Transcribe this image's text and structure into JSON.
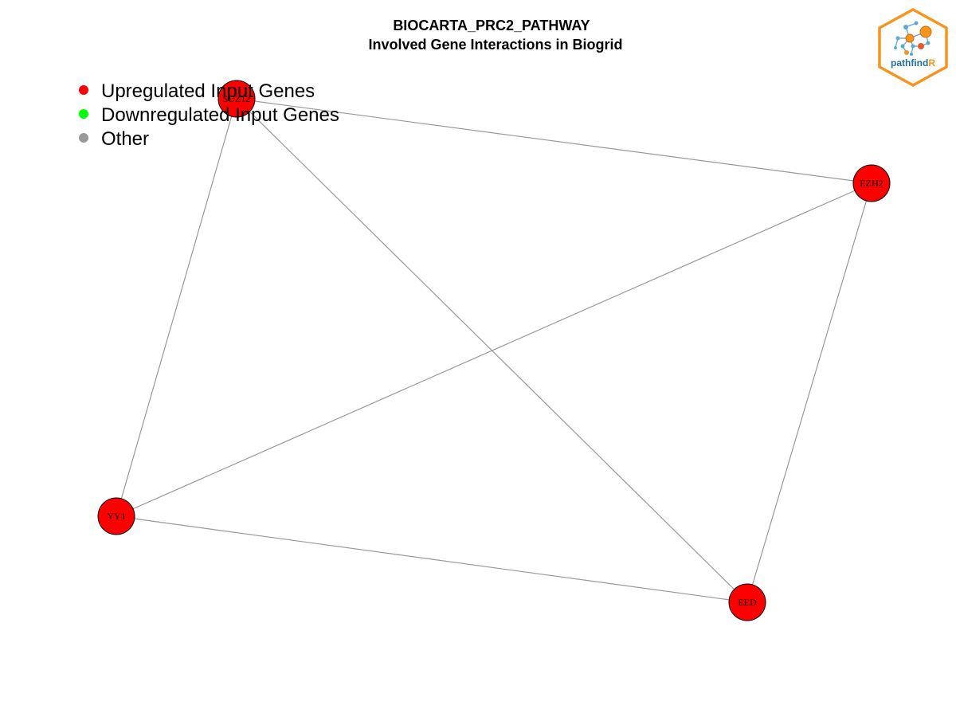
{
  "title": {
    "line1": "BIOCARTA_PRC2_PATHWAY",
    "line2": "Involved Gene Interactions in Biogrid"
  },
  "legend": {
    "items": [
      {
        "label": "Upregulated Input Genes",
        "color": "#ff0000"
      },
      {
        "label": "Downregulated Input Genes",
        "color": "#00ff00"
      },
      {
        "label": "Other",
        "color": "#999999"
      }
    ]
  },
  "network": {
    "node_color": "#ff0000",
    "node_border_color": "#000000",
    "edge_color": "#999999",
    "nodes": [
      {
        "id": "SUZ12",
        "label": "SUZ12"
      },
      {
        "id": "EZH2",
        "label": "EZH2"
      },
      {
        "id": "YY1",
        "label": "YY1"
      },
      {
        "id": "EED",
        "label": "EED"
      }
    ],
    "edges": [
      {
        "source": "SUZ12",
        "target": "EZH2"
      },
      {
        "source": "SUZ12",
        "target": "YY1"
      },
      {
        "source": "SUZ12",
        "target": "EED"
      },
      {
        "source": "EZH2",
        "target": "YY1"
      },
      {
        "source": "EZH2",
        "target": "EED"
      },
      {
        "source": "YY1",
        "target": "EED"
      }
    ]
  },
  "logo": {
    "text_main": "pathfind",
    "text_accent": "R",
    "border_color": "#f7941d",
    "text_color": "#1f6fa3",
    "accent_color": "#f7941d"
  }
}
